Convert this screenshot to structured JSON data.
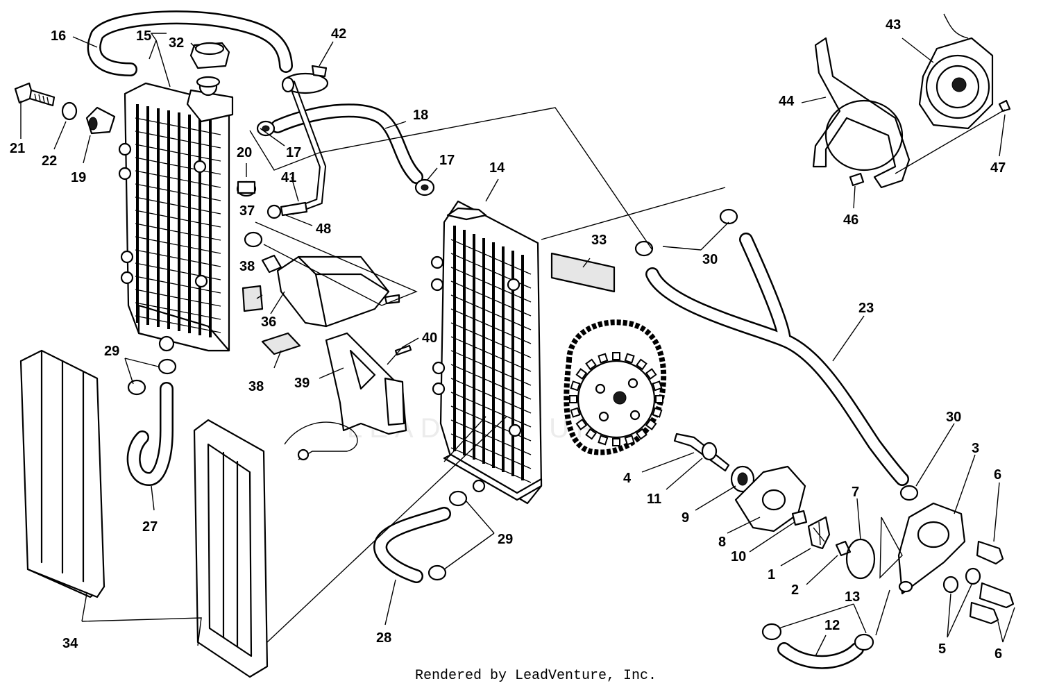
{
  "diagram": {
    "watermark": "LEADVENTURE",
    "footer": "Rendered by LeadVenture, Inc.",
    "callouts": [
      {
        "id": "c16",
        "label": "16"
      },
      {
        "id": "c15",
        "label": "15"
      },
      {
        "id": "c32",
        "label": "32"
      },
      {
        "id": "c42",
        "label": "42"
      },
      {
        "id": "c21",
        "label": "21"
      },
      {
        "id": "c22",
        "label": "22"
      },
      {
        "id": "c19",
        "label": "19"
      },
      {
        "id": "c17a",
        "label": "17"
      },
      {
        "id": "c18",
        "label": "18"
      },
      {
        "id": "c20",
        "label": "20"
      },
      {
        "id": "c41",
        "label": "41"
      },
      {
        "id": "c17b",
        "label": "17"
      },
      {
        "id": "c14",
        "label": "14"
      },
      {
        "id": "c37",
        "label": "37"
      },
      {
        "id": "c48",
        "label": "48"
      },
      {
        "id": "c33",
        "label": "33"
      },
      {
        "id": "c38a",
        "label": "38"
      },
      {
        "id": "c36",
        "label": "36"
      },
      {
        "id": "c38b",
        "label": "38"
      },
      {
        "id": "c40",
        "label": "40"
      },
      {
        "id": "c39",
        "label": "39"
      },
      {
        "id": "c29a",
        "label": "29"
      },
      {
        "id": "c27",
        "label": "27"
      },
      {
        "id": "c29b",
        "label": "29"
      },
      {
        "id": "c28",
        "label": "28"
      },
      {
        "id": "c34",
        "label": "34"
      },
      {
        "id": "c30a",
        "label": "30"
      },
      {
        "id": "c23",
        "label": "23"
      },
      {
        "id": "c30b",
        "label": "30"
      },
      {
        "id": "c3",
        "label": "3"
      },
      {
        "id": "c6a",
        "label": "6"
      },
      {
        "id": "c4",
        "label": "4"
      },
      {
        "id": "c11",
        "label": "11"
      },
      {
        "id": "c9",
        "label": "9"
      },
      {
        "id": "c8",
        "label": "8"
      },
      {
        "id": "c10",
        "label": "10"
      },
      {
        "id": "c7",
        "label": "7"
      },
      {
        "id": "c1",
        "label": "1"
      },
      {
        "id": "c2",
        "label": "2"
      },
      {
        "id": "c13",
        "label": "13"
      },
      {
        "id": "c12",
        "label": "12"
      },
      {
        "id": "c5",
        "label": "5"
      },
      {
        "id": "c6b",
        "label": "6"
      },
      {
        "id": "c43",
        "label": "43"
      },
      {
        "id": "c44",
        "label": "44"
      },
      {
        "id": "c47",
        "label": "47"
      },
      {
        "id": "c46",
        "label": "46"
      }
    ]
  }
}
